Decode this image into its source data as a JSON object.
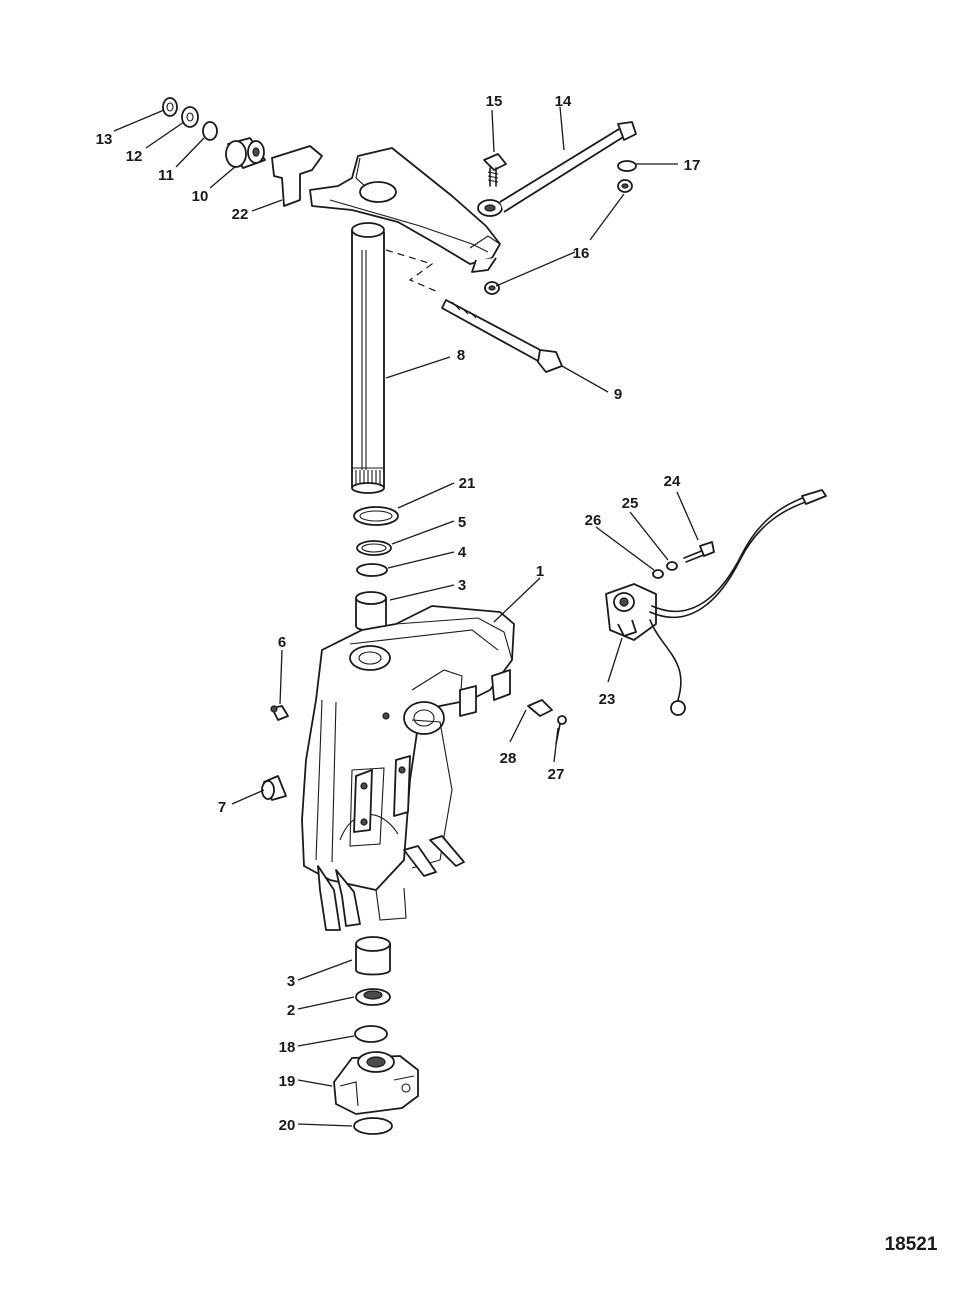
{
  "figure_number": "18521",
  "callouts": {
    "c1": "1",
    "c2": "2",
    "c3a": "3",
    "c3b": "3",
    "c4": "4",
    "c5": "5",
    "c6": "6",
    "c7": "7",
    "c8": "8",
    "c9": "9",
    "c10": "10",
    "c11": "11",
    "c12": "12",
    "c13": "13",
    "c14": "14",
    "c15": "15",
    "c16": "16",
    "c17": "17",
    "c18": "18",
    "c19": "19",
    "c20": "20",
    "c21": "21",
    "c22": "22",
    "c23": "23",
    "c24": "24",
    "c25": "25",
    "c26": "26",
    "c27": "27",
    "c28": "28"
  }
}
